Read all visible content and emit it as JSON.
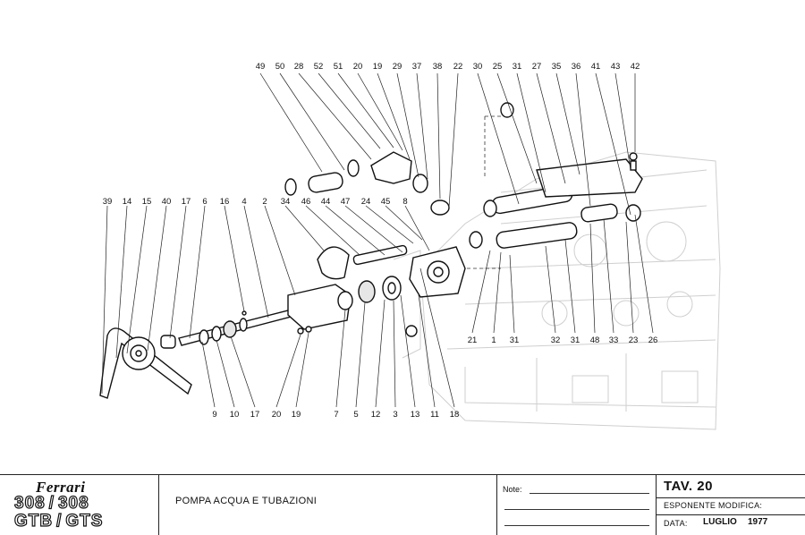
{
  "drawing": {
    "callouts_top": [
      "49",
      "50",
      "28",
      "52",
      "51",
      "20",
      "19",
      "29",
      "37",
      "38",
      "22",
      "30",
      "25",
      "31",
      "27",
      "35",
      "36",
      "43",
      "41",
      "42"
    ],
    "callouts_left": [
      "39",
      "14",
      "15",
      "40",
      "17",
      "6",
      "16",
      "4",
      "2",
      "34",
      "46",
      "44",
      "47",
      "24",
      "45",
      "8"
    ],
    "callouts_bottom": [
      "9",
      "10",
      "17",
      "20",
      "19",
      "7",
      "5",
      "12",
      "3",
      "13",
      "11",
      "18"
    ],
    "callouts_right": [
      "21",
      "1",
      "31",
      "32",
      "31",
      "48",
      "33",
      "23",
      "26"
    ]
  },
  "title_block": {
    "brand": "Ferrari",
    "model_a": "308",
    "model_b": "308",
    "variant_a": "GTB",
    "variant_b": "GTS",
    "separator": "/",
    "title": "POMPA ACQUA E TUBAZIONI",
    "notes_label": "Note:",
    "tav_label": "TAV.",
    "tav_number": "20",
    "esponente_label": "ESPONENTE MODIFICA:",
    "data_label": "DATA:",
    "data_month": "LUGLIO",
    "data_year": "1977"
  }
}
